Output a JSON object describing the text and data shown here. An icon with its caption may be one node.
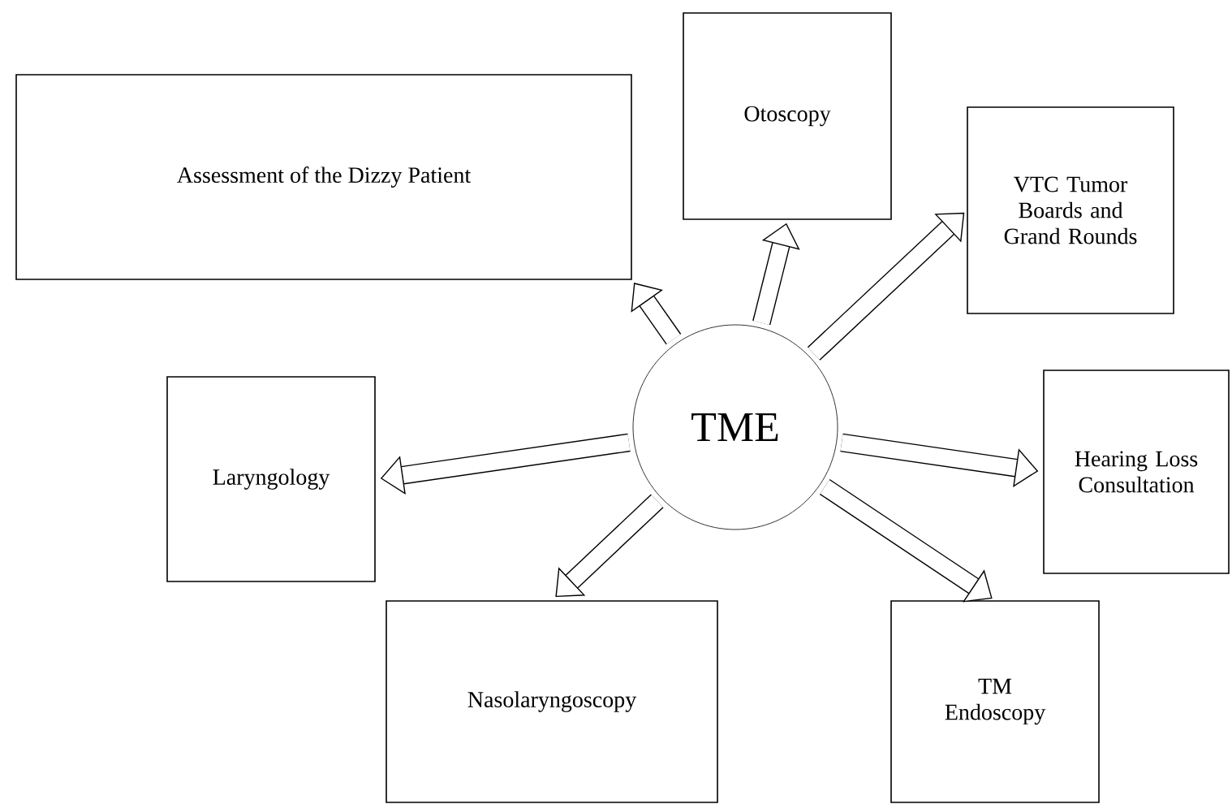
{
  "diagram": {
    "nodes": [
      {
        "text": [
          "TME"
        ]
      },
      {
        "text": [
          "Assessment of the Dizzy Patient"
        ]
      },
      {
        "text": [
          "Otoscopy"
        ]
      },
      {
        "text": [
          "VTC Tumor Boards and Grand Rounds"
        ]
      },
      {
        "text": [
          "Laryngology"
        ]
      },
      {
        "text": [
          "Hearing Loss Consultation"
        ]
      },
      {
        "text": [
          "Nasolaryngoscopy"
        ]
      },
      {
        "text": [
          "TM Endoscopy"
        ]
      }
    ],
    "edges": [
      {
        "from": 0,
        "to": 1,
        "arrow": "to"
      },
      {
        "from": 0,
        "to": 2,
        "arrow": "to"
      },
      {
        "from": 0,
        "to": 3,
        "arrow": "to"
      },
      {
        "from": 0,
        "to": 4,
        "arrow": "to"
      },
      {
        "from": 0,
        "to": 5,
        "arrow": "to"
      },
      {
        "from": 0,
        "to": 6,
        "arrow": "to"
      },
      {
        "from": 0,
        "to": 7,
        "arrow": "to"
      }
    ]
  }
}
